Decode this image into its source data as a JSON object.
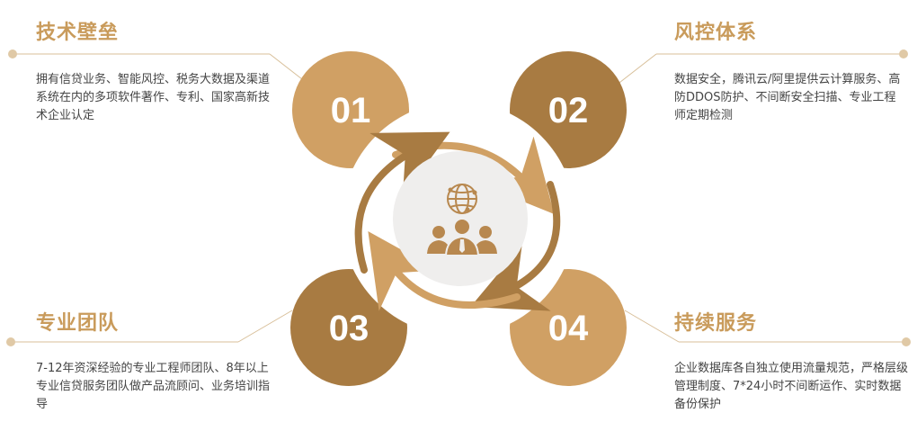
{
  "blocks": [
    {
      "num": "01",
      "title": "技术壁垒",
      "desc": "拥有信贷业务、智能风控、税务大数据及渠道系统在内的多项软件著作、专利、国家高新技术企业认定"
    },
    {
      "num": "02",
      "title": "风控体系",
      "desc": "数据安全，腾讯云/阿里提供云计算服务、高防DDOS防护、不间断安全扫描、专业工程师定期检测"
    },
    {
      "num": "03",
      "title": "专业团队",
      "desc": "7-12年资深经验的专业工程师团队、8年以上专业信贷服务团队做产品流顾问、业务培训指导"
    },
    {
      "num": "04",
      "title": "持续服务",
      "desc": "企业数据库各自独立使用流量规范，严格层级管理制度、7*24小时不间断运作、实时数据备份保护"
    }
  ],
  "colors": {
    "light": "#d0a064",
    "dark": "#a87b42",
    "center": "#efeeed",
    "line": "#d8bf99",
    "title": "#c99b5b",
    "text": "#444444"
  },
  "icons": {
    "center": "team-globe-icon"
  }
}
